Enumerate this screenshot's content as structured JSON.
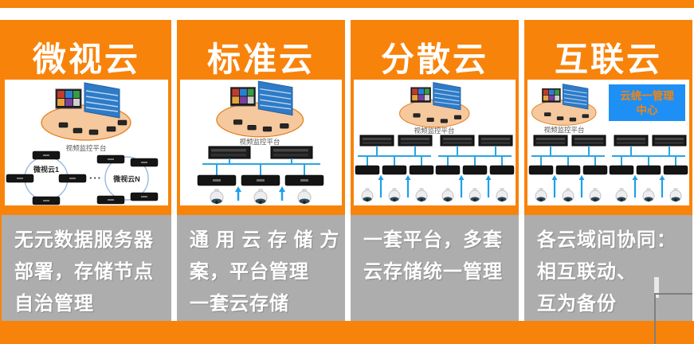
{
  "colors": {
    "accent_orange": "#F8830B",
    "panel_gray": "#ADADAD",
    "mgmt_box_blue": "#1E90F5",
    "connector_blue": "#29A5E2",
    "platform_fill": "#F6C89E"
  },
  "columns": [
    {
      "header": "微视云",
      "platform_label": "视频监控平台",
      "ring1_label": "微视云1",
      "ring2_label": "微视云N",
      "dots": "···",
      "desc_line1": "无元数据服务器",
      "desc_line2": "部署，存储节点",
      "desc_line3": "自治管理"
    },
    {
      "header": "标准云",
      "platform_label": "视频监控平台",
      "desc_line1": "通 用 云 存 储 方",
      "desc_line2": "案，平台管理",
      "desc_line3": "一套云存储"
    },
    {
      "header": "分散云",
      "platform_label": "视频监控平台",
      "desc_line1": "一套平台，多套",
      "desc_line2": "云存储统一管理"
    },
    {
      "header": "互联云",
      "platform_label": "视频监控平台",
      "mgmt_center_line1": "云统一管理",
      "mgmt_center_line2": "中心",
      "desc_line1": "各云域间协同：",
      "desc_line2": "相互联动、",
      "desc_line3": "互为备份"
    }
  ]
}
